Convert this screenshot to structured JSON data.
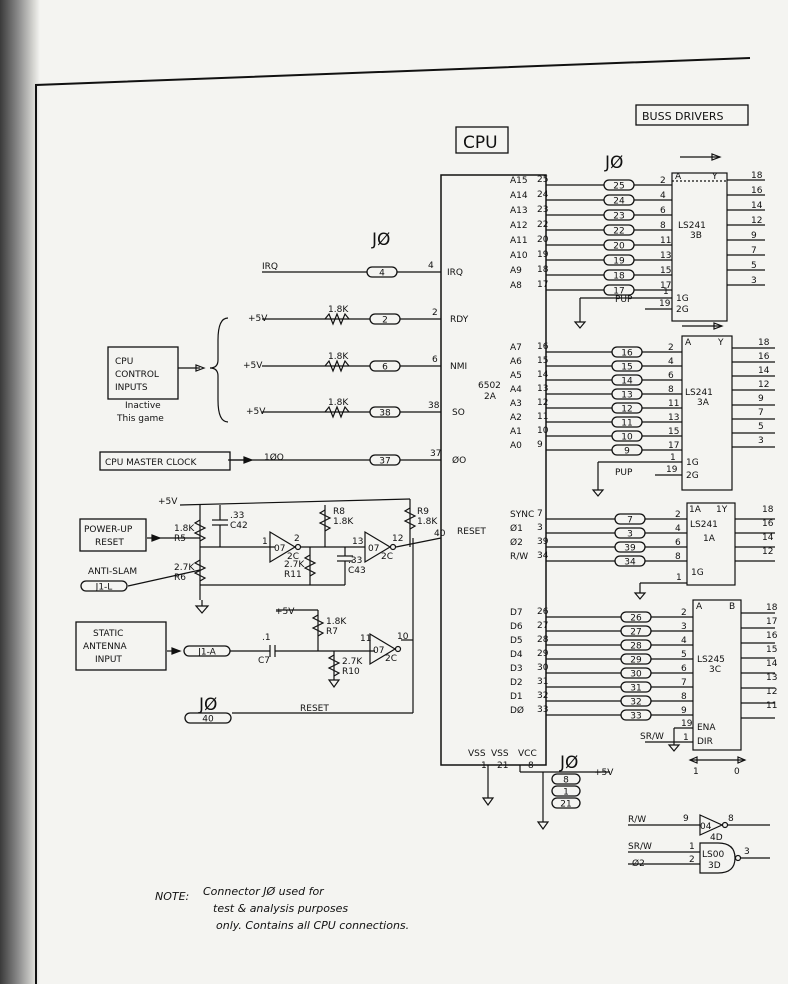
{
  "title_box": "BUSS DRIVERS",
  "cpu_label": "CPU",
  "cpu_chip": {
    "line1": "6502",
    "line2": "2A"
  },
  "connector_label": "JØ",
  "power": "+5V",
  "ic38": {
    "name": "LS241",
    "ref": "3B"
  },
  "ic3a": {
    "name": "LS241",
    "ref": "3A"
  },
  "ic1a": {
    "name": "LS241",
    "ref": "1A"
  },
  "ic3c": {
    "name": "LS245",
    "ref": "3C"
  },
  "header_a": "A",
  "header_y": "Y",
  "header_1a": "1A",
  "header_1y": "1Y",
  "header_b": "B",
  "g1": "1G",
  "g2": "2G",
  "ena": "ENA",
  "dir": "DIR",
  "pup": "PUP",
  "addr_hi": [
    {
      "pin": "25",
      "sig": "A15",
      "j": "25",
      "in": "2",
      "out": "18"
    },
    {
      "pin": "24",
      "sig": "A14",
      "j": "24",
      "in": "4",
      "out": "16"
    },
    {
      "pin": "23",
      "sig": "A13",
      "j": "23",
      "in": "6",
      "out": "14"
    },
    {
      "pin": "22",
      "sig": "A12",
      "j": "22",
      "in": "8",
      "out": "12"
    },
    {
      "pin": "20",
      "sig": "A11",
      "j": "20",
      "in": "11",
      "out": "9"
    },
    {
      "pin": "19",
      "sig": "A10",
      "j": "19",
      "in": "13",
      "out": "7"
    },
    {
      "pin": "18",
      "sig": "A9",
      "j": "18",
      "in": "15",
      "out": "5"
    },
    {
      "pin": "17",
      "sig": "A8",
      "j": "17",
      "in": "17",
      "out": "3"
    }
  ],
  "addr_lo": [
    {
      "pin": "16",
      "sig": "A7",
      "j": "16",
      "in": "2",
      "out": "18"
    },
    {
      "pin": "15",
      "sig": "A6",
      "j": "15",
      "in": "4",
      "out": "16"
    },
    {
      "pin": "14",
      "sig": "A5",
      "j": "14",
      "in": "6",
      "out": "14"
    },
    {
      "pin": "13",
      "sig": "A4",
      "j": "13",
      "in": "8",
      "out": "12"
    },
    {
      "pin": "12",
      "sig": "A3",
      "j": "12",
      "in": "11",
      "out": "9"
    },
    {
      "pin": "11",
      "sig": "A2",
      "j": "11",
      "in": "13",
      "out": "7"
    },
    {
      "pin": "10",
      "sig": "A1",
      "j": "10",
      "in": "15",
      "out": "5"
    },
    {
      "pin": "9",
      "sig": "A0",
      "j": "9",
      "in": "17",
      "out": "3"
    }
  ],
  "pin_1g": "1",
  "pin_2g": "19",
  "ctrl": [
    {
      "sig": "SYNC",
      "pin": "7",
      "j": "7",
      "in": "2",
      "out": "18"
    },
    {
      "sig": "Ø1",
      "pin": "3",
      "j": "3",
      "in": "4",
      "out": "16"
    },
    {
      "sig": "Ø2",
      "pin": "39",
      "j": "39",
      "in": "6",
      "out": "14"
    },
    {
      "sig": "R/W",
      "pin": "34",
      "j": "34",
      "in": "8",
      "out": "12"
    }
  ],
  "data": [
    {
      "sig": "D7",
      "pin": "26",
      "j": "26",
      "in": "2",
      "out": "18"
    },
    {
      "sig": "D6",
      "pin": "27",
      "j": "27",
      "in": "3",
      "out": "17"
    },
    {
      "sig": "D5",
      "pin": "28",
      "j": "28",
      "in": "4",
      "out": "16"
    },
    {
      "sig": "D4",
      "pin": "29",
      "j": "29",
      "in": "5",
      "out": "15"
    },
    {
      "sig": "D3",
      "pin": "30",
      "j": "30",
      "in": "6",
      "out": "14"
    },
    {
      "sig": "D2",
      "pin": "31",
      "j": "31",
      "in": "7",
      "out": "13"
    },
    {
      "sig": "D1",
      "pin": "32",
      "j": "32",
      "in": "8",
      "out": "12"
    },
    {
      "sig": "DØ",
      "pin": "33",
      "j": "33",
      "in": "9",
      "out": "11"
    }
  ],
  "cpu_inputs": {
    "irq": {
      "label": "IRQ",
      "pin": "4",
      "j": "4"
    },
    "rdy": {
      "label": "RDY",
      "pin": "2",
      "j": "2",
      "r": "1.8K"
    },
    "nmi": {
      "label": "NMI",
      "pin": "6",
      "j": "6",
      "r": "1.8K"
    },
    "so": {
      "label": "SO",
      "pin": "38",
      "j": "38",
      "r": "1.8K"
    },
    "clk": {
      "label": "ØO",
      "pin": "37",
      "j": "37",
      "src": "1ØO"
    },
    "reset": {
      "label": "RESET",
      "pin": "40"
    }
  },
  "ctrl_box": [
    "CPU",
    "CONTROL",
    "INPUTS"
  ],
  "inactive": [
    "Inactive",
    "This game"
  ],
  "master_clock": "CPU MASTER CLOCK",
  "powerup": [
    "POWER-UP",
    "RESET"
  ],
  "antislam": "ANTI-SLAM",
  "j1l": "J1-L",
  "static_ant": [
    "STATIC",
    "ANTENNA",
    "INPUT"
  ],
  "j1a": "J1-A",
  "j40": "40",
  "reset_line": "RESET",
  "components": {
    "r5": "R5",
    "r5v": "1.8K",
    "r6": "R6",
    "r6v": "2.7K",
    "c42": "C42",
    "c42v": ".33",
    "r11": "R11",
    "r11v": "2.7K",
    "r8": "R8",
    "r8v": "1.8K",
    "c43": "C43",
    "c43v": ".33",
    "r9": "R9",
    "r9v": "1.8K",
    "r7": "R7",
    "r7v": "1.8K",
    "r10": "R10",
    "r10v": "2.7K",
    "c7": "C7",
    "c7v": ".1"
  },
  "gates": {
    "g1": {
      "ref": "2C",
      "type": "07",
      "in": "1",
      "out": "2"
    },
    "g2": {
      "ref": "2C",
      "type": "07",
      "in": "13",
      "out": "12"
    },
    "g3": {
      "ref": "2C",
      "type": "07",
      "in": "11",
      "out": "10"
    },
    "g4": {
      "ref": "4D",
      "type": "04",
      "in": "9",
      "out": "8"
    },
    "g5": {
      "ref": "3D",
      "type": "LS00",
      "in1": "1",
      "in2": "2",
      "out": "3"
    }
  },
  "power_pins": {
    "vss1": "VSS",
    "vss2": "VSS",
    "vcc": "VCC",
    "p1": "1",
    "p21": "21",
    "p8": "8",
    "j8": "8",
    "j1": "1",
    "j21": "21"
  },
  "rw_label": "R/W",
  "srw_label": "SR/W",
  "o2_label": "Ø2",
  "dir_pins": {
    "ena": "19",
    "dir": "1"
  },
  "dir_arrow": {
    "left": "1",
    "right": "0"
  },
  "note_label": "NOTE:",
  "note": [
    "Connector JØ used for",
    "test & analysis purposes",
    "only. Contains all CPU connections."
  ]
}
